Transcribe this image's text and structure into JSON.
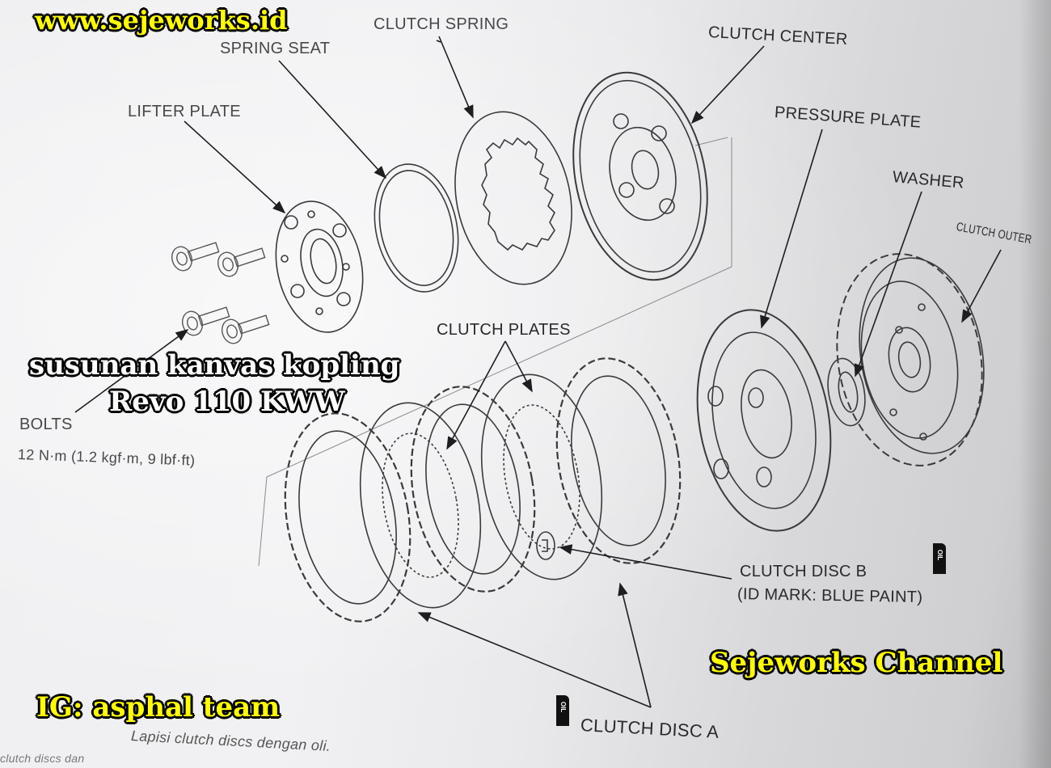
{
  "watermarks": {
    "site": "www.sejeworks.id",
    "title_line1": "susunan kanvas kopling",
    "title_line2": "Revo 110 KWW",
    "channel": "Sejeworks Channel",
    "instagram": "IG: asphal team"
  },
  "labels": {
    "clutch_spring": "CLUTCH SPRING",
    "spring_seat": "SPRING SEAT",
    "clutch_center": "CLUTCH CENTER",
    "lifter_plate": "LIFTER PLATE",
    "pressure_plate": "PRESSURE PLATE",
    "washer": "WASHER",
    "clutch_outer": "CLUTCH OUTER",
    "clutch_plates": "CLUTCH PLATES",
    "bolts": "BOLTS",
    "bolts_torque": "12 N·m (1.2 kgf·m, 9 lbf·ft)",
    "clutch_disc_b": "CLUTCH DISC B",
    "clutch_disc_b_note": "(ID MARK: BLUE PAINT)",
    "clutch_disc_a": "CLUTCH DISC A"
  },
  "notes": {
    "oil_note": "Lapisi clutch discs dengan oli.",
    "cutoff_text": "clutch discs dan",
    "oil_icon_text": "OIL"
  },
  "colors": {
    "watermark_yellow": "#ffff00",
    "watermark_white": "#ffffff",
    "ink": "#2a2a2c",
    "paper": "#efeff1"
  }
}
